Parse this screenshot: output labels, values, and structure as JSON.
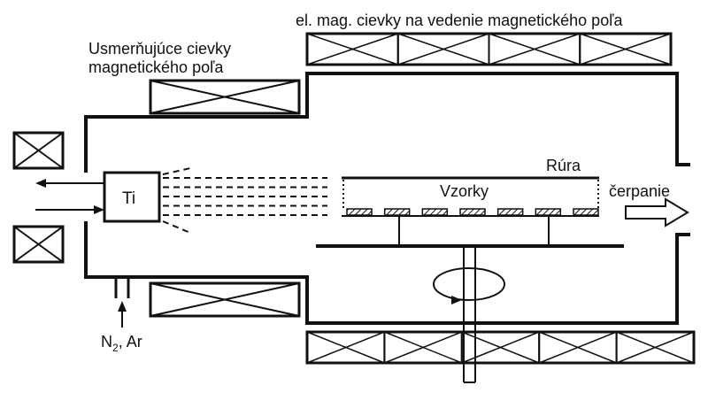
{
  "labels": {
    "guide_coils": "el. mag. cievky na vedenie magnetického poľa",
    "steering_coils_line1": "Usmerňujúce cievky",
    "steering_coils_line2": "magnetického poľa",
    "target": "Ti",
    "tube": "Rúra",
    "samples": "Vzorky",
    "pumping": "čerpanie",
    "gas_n": "N",
    "gas_sub": "2",
    "gas_rest": ", Ar"
  },
  "counts": {
    "top_coils": 4,
    "bottom_coils": 5,
    "sample_chips": 7,
    "plasma_lines": 5
  }
}
